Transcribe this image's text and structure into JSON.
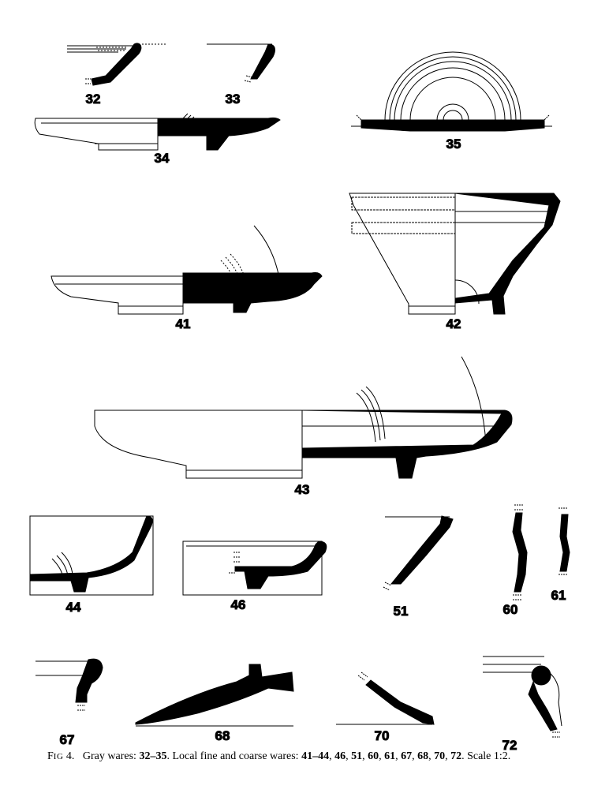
{
  "figure": {
    "label_prefix": "F",
    "label_smallcaps": "IG",
    "label_number": "4.",
    "caption_intro": "Gray wares:",
    "caption_range1": "32–35",
    "caption_mid": ". Local fine and coarse wares:",
    "caption_items": [
      "41–44",
      "46",
      "51",
      "60",
      "61",
      "67",
      "68",
      "70",
      "72"
    ],
    "caption_end": ". Scale 1:2."
  },
  "catalogue_numbers": {
    "n32": "32",
    "n33": "33",
    "n34": "34",
    "n35": "35",
    "n41": "41",
    "n42": "42",
    "n43": "43",
    "n44": "44",
    "n46": "46",
    "n51": "51",
    "n60": "60",
    "n61": "61",
    "n67": "67",
    "n68": "68",
    "n70": "70",
    "n72": "72"
  },
  "colors": {
    "ink": "#000000",
    "paper": "#ffffff"
  }
}
